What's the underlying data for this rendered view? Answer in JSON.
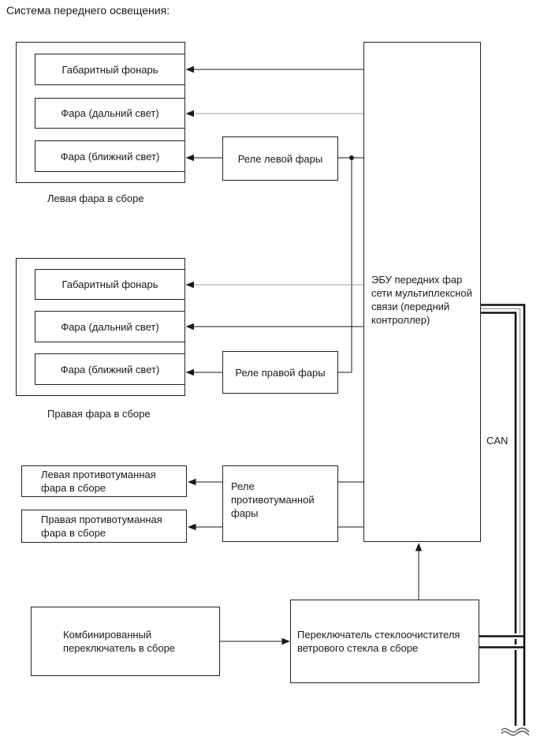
{
  "title": "Система переднего освещения:",
  "left_assembly": {
    "caption": "Левая фара в сборе",
    "items": [
      "Габаритный фонарь",
      "Фара (дальний свет)",
      "Фара (ближний свет)"
    ]
  },
  "right_assembly": {
    "caption": "Правая фара в сборе",
    "items": [
      "Габаритный фонарь",
      "Фара (дальний свет)",
      "Фара (ближний свет)"
    ]
  },
  "relays": {
    "left_headlamp": "Реле левой фары",
    "right_headlamp": "Реле правой фары",
    "fog": "Реле\nпротивотуманной\nфары"
  },
  "fog_lamps": {
    "left": "Левая противотуманная\nфара в сборе",
    "right": "Правая противотуманная\nфара в сборе"
  },
  "ecu": {
    "label": "ЭБУ передних фар\nсети мультиплексной\nсвязи (передний\nконтроллер)"
  },
  "switches": {
    "combination": "Комбинированный\nпереключатель в сборе",
    "wiper": "Переключатель стеклоочистителя\nветрового стекла в сборе"
  },
  "bus": {
    "label": "CAN"
  },
  "colors": {
    "line": "#1a1a1a",
    "line_gray": "#989898",
    "background": "#ffffff",
    "text": "#1a1a1a"
  }
}
